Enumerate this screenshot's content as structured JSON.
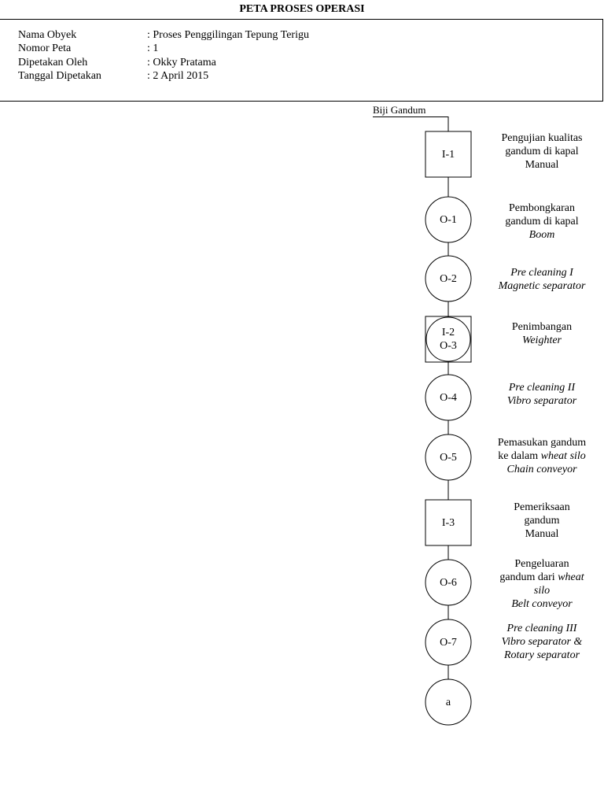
{
  "header": {
    "title": "PETA PROSES OPERASI",
    "rows": [
      {
        "label": "Nama Obyek",
        "value": ": Proses Penggilingan Tepung Terigu"
      },
      {
        "label": "Nomor Peta",
        "value": ": 1"
      },
      {
        "label": "Dipetakan Oleh",
        "value": ": Okky Pratama"
      },
      {
        "label": "Tanggal Dipetakan",
        "value": ": 2 April 2015"
      }
    ]
  },
  "chart": {
    "start_label": "Biji Gandum",
    "nodes": [
      {
        "shape": "square",
        "labels": [
          "I-1"
        ],
        "desc": [
          [
            {
              "t": "Pengujian kualitas"
            }
          ],
          [
            {
              "t": "gandum di kapal"
            }
          ],
          [
            {
              "t": "Manual"
            }
          ]
        ]
      },
      {
        "shape": "circle",
        "labels": [
          "O-1"
        ],
        "desc": [
          [
            {
              "t": "Pembongkaran"
            }
          ],
          [
            {
              "t": "gandum di kapal"
            }
          ],
          [
            {
              "t": "Boom",
              "i": true
            }
          ]
        ]
      },
      {
        "shape": "circle",
        "labels": [
          "O-2"
        ],
        "desc": [
          [
            {
              "t": "Pre cleaning I",
              "i": true
            }
          ],
          [
            {
              "t": "Magnetic separator",
              "i": true
            }
          ]
        ]
      },
      {
        "shape": "combo",
        "labels": [
          "I-2",
          "O-3"
        ],
        "desc": [
          [
            {
              "t": "Penimbangan"
            }
          ],
          [
            {
              "t": "Weighter",
              "i": true
            }
          ]
        ]
      },
      {
        "shape": "circle",
        "labels": [
          "O-4"
        ],
        "desc": [
          [
            {
              "t": "Pre cleaning II",
              "i": true
            }
          ],
          [
            {
              "t": "Vibro separator",
              "i": true
            }
          ]
        ]
      },
      {
        "shape": "circle",
        "labels": [
          "O-5"
        ],
        "desc": [
          [
            {
              "t": "Pemasukan gandum"
            }
          ],
          [
            {
              "t": "ke dalam "
            },
            {
              "t": "wheat silo",
              "i": true
            }
          ],
          [
            {
              "t": "Chain conveyor",
              "i": true
            }
          ]
        ]
      },
      {
        "shape": "square",
        "labels": [
          "I-3"
        ],
        "desc": [
          [
            {
              "t": "Pemeriksaan"
            }
          ],
          [
            {
              "t": "gandum"
            }
          ],
          [
            {
              "t": "Manual"
            }
          ]
        ]
      },
      {
        "shape": "circle",
        "labels": [
          "O-6"
        ],
        "desc": [
          [
            {
              "t": "Pengeluaran"
            }
          ],
          [
            {
              "t": "gandum dari "
            },
            {
              "t": "wheat",
              "i": true
            }
          ],
          [
            {
              "t": "silo",
              "i": true
            }
          ],
          [
            {
              "t": "Belt conveyor",
              "i": true
            }
          ]
        ]
      },
      {
        "shape": "circle",
        "labels": [
          "O-7"
        ],
        "desc": [
          [
            {
              "t": "Pre cleaning III",
              "i": true
            }
          ],
          [
            {
              "t": "Vibro separator &",
              "i": true
            }
          ],
          [
            {
              "t": "Rotary separator",
              "i": true
            }
          ]
        ]
      },
      {
        "shape": "circle",
        "labels": [
          "a"
        ],
        "desc": []
      }
    ]
  }
}
